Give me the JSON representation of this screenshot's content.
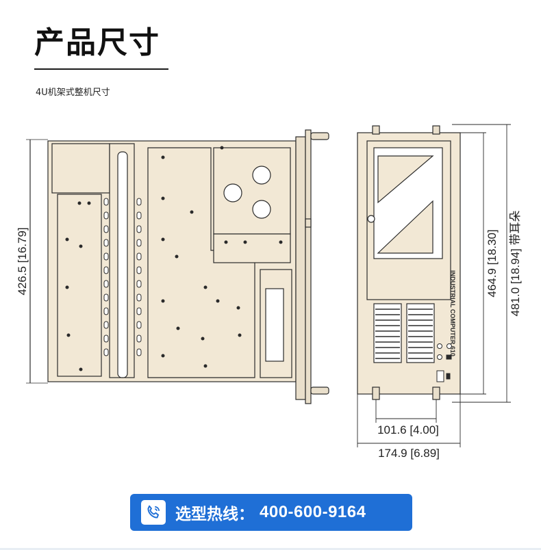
{
  "header": {
    "title": "产品尺寸",
    "subtitle": "4U机架式整机尺寸"
  },
  "drawing": {
    "top_view_height": "426.5 [16.79]",
    "front_height": "464.9 [18.30]",
    "front_height_with_ears": "481.0 [18.94] 带耳朵",
    "inner_width": "101.6 [4.00]",
    "total_width": "174.9 [6.89]",
    "front_panel_text": "INDUSTRIAL COMPUTER 610"
  },
  "hotline": {
    "label": "选型热线：",
    "number": "400-600-9164",
    "icon": "phone-icon"
  },
  "colors": {
    "chassis_fill": "#f2e8d5",
    "line": "#2a2a2a",
    "hotline_bg": "#1f6fd6"
  }
}
